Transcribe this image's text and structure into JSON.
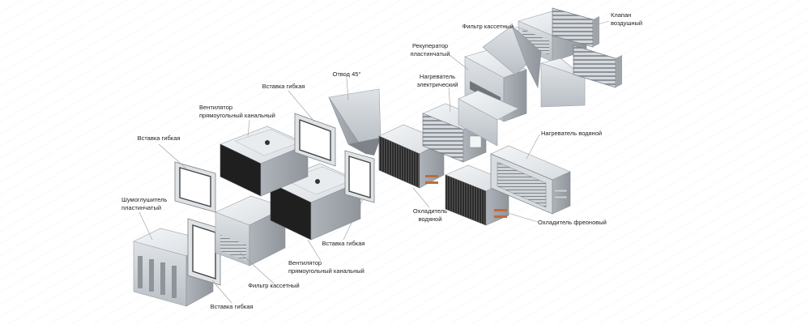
{
  "components": {
    "klapan": {
      "line1": "Клапан",
      "line2": "воздушный"
    },
    "filter_top": "Фильтр кассетный",
    "rekuperator": {
      "line1": "Рекуператор",
      "line2": "пластинчатый"
    },
    "otvod": "Отвод 45°",
    "nagrev_el": {
      "line1": "Нагреватель",
      "line2": "электрический"
    },
    "vstavka_top": "Вставка гибкая",
    "vent_top": {
      "line1": "Вентилятор",
      "line2": "прямоугольный канальный"
    },
    "vstavka_left": "Вставка гибкая",
    "nagrev_water": "Нагреватель водяной",
    "shumo": {
      "line1": "Шумоглушитель",
      "line2": "пластинчатый"
    },
    "ohlad_water": {
      "line1": "Охладитель",
      "line2": "водяной"
    },
    "ohlad_freon": "Охладитель фреоновый",
    "vstavka_mid": "Вставка гибкая",
    "vent_bottom": {
      "line1": "Вентилятор",
      "line2": "прямоугольный канальный"
    },
    "filter_bottom": "Фильтр кассетный",
    "vstavka_bottom": "Вставка гибкая"
  },
  "colors": {
    "leader": "#9a9a9a",
    "steel_light": "#e6e9ec",
    "steel_mid": "#c5cacf",
    "steel_dark": "#9ea4aa",
    "coil": "#2c2c2c",
    "copper": "#c06a3a"
  }
}
